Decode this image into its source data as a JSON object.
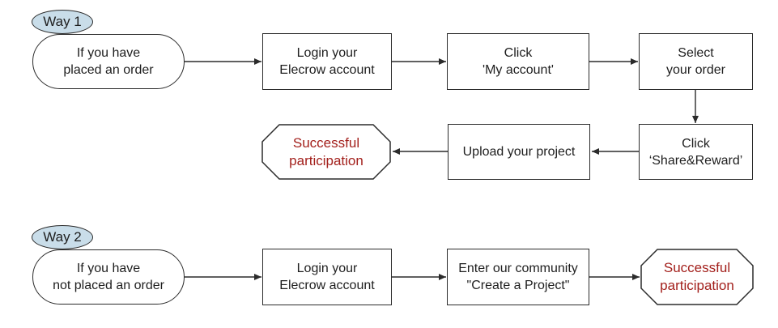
{
  "way1": {
    "tag": "Way 1",
    "start": {
      "line1": "If you have",
      "line2": "placed an order"
    },
    "login": {
      "line1": "Login your",
      "line2": "Elecrow account"
    },
    "click_account": {
      "line1": "Click",
      "line2": "'My account'"
    },
    "select_order": {
      "line1": "Select",
      "line2": "your order"
    },
    "click_share": {
      "line1": "Click",
      "line2": "‘Share&Reward’"
    },
    "upload": {
      "line1": "Upload your project"
    },
    "success": {
      "line1": "Successful",
      "line2": "participation"
    }
  },
  "way2": {
    "tag": "Way 2",
    "start": {
      "line1": "If you have",
      "line2": "not placed an order"
    },
    "login": {
      "line1": "Login your",
      "line2": "Elecrow account"
    },
    "community": {
      "line1": "Enter our community",
      "line2": "\"Create a Project\""
    },
    "success": {
      "line1": "Successful",
      "line2": "participation"
    }
  },
  "colors": {
    "tag_fill": "#c9dde9",
    "success_text": "#a3201c",
    "stroke": "#2b2b2b"
  }
}
